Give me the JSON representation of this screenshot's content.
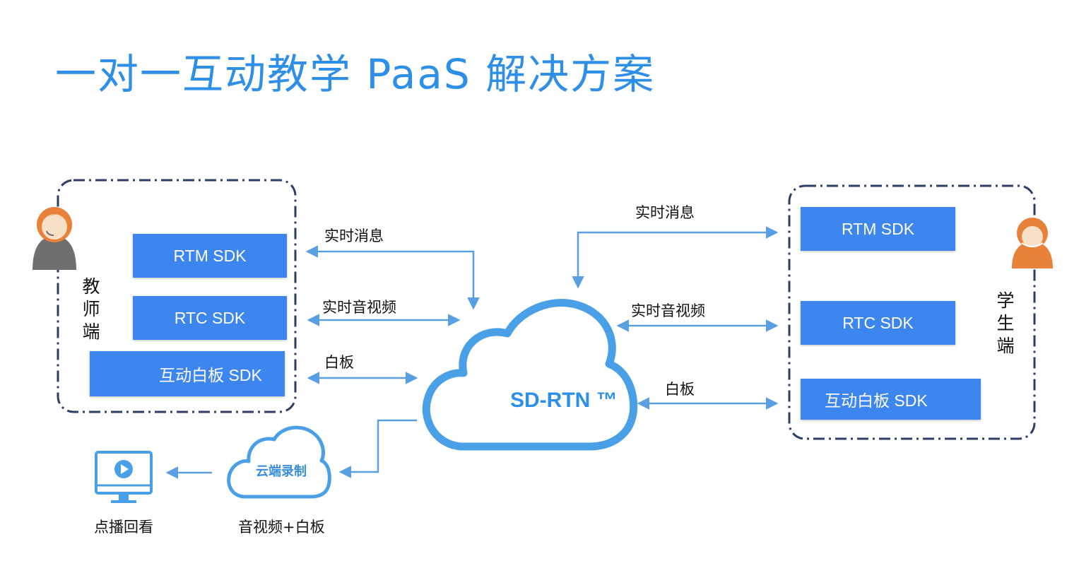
{
  "title": "一对一互动教学 PaaS 解决方案",
  "teacher": {
    "label": "教师端",
    "sdks": [
      "RTM SDK",
      "RTC SDK",
      "互动白板 SDK"
    ]
  },
  "student": {
    "label": "学生端",
    "sdks": [
      "RTM SDK",
      "RTC SDK",
      "互动白板 SDK"
    ]
  },
  "links_left": [
    "实时消息",
    "实时音视频",
    "白板"
  ],
  "links_right": [
    "实时消息",
    "实时音视频",
    "白板"
  ],
  "network": {
    "name": "SD-RTN ™"
  },
  "recording": {
    "name": "云端录制",
    "caption": "音视频+白板"
  },
  "playback": {
    "caption": "点播回看"
  },
  "colors": {
    "title": "#2e8fe8",
    "sdk_box": "#3d86f0",
    "cloud": "#4aa0e6",
    "arrow": "#5b9fe3",
    "dashed_border": "#2d3f66",
    "avatar_orange": "#e8823a",
    "avatar_gray": "#6f6f6f"
  }
}
